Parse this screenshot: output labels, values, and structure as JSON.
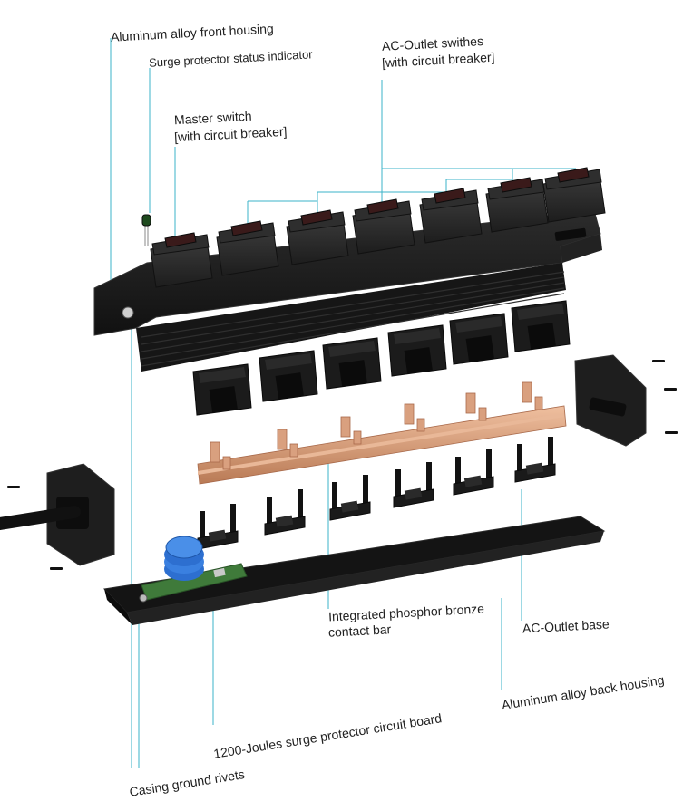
{
  "labels": {
    "front_housing": "Aluminum alloy front housing",
    "status_indicator": "Surge protector status indicator",
    "outlet_switches_l1": "AC-Outlet swithes",
    "outlet_switches_l2": "[with circuit breaker]",
    "master_switch_l1": "Master switch",
    "master_switch_l2": "[with circuit breaker]",
    "contact_bar_l1": "Integrated phosphor bronze",
    "contact_bar_l2": "contact bar",
    "outlet_base": "AC-Outlet base",
    "back_housing": "Aluminum alloy back housing",
    "circuit_board": "1200-Joules surge protector circuit board",
    "ground_rivets": "Casing ground rivets"
  },
  "colors": {
    "leader_line": "#3bb3c9",
    "housing": "#1c1c1c",
    "housing_edge": "#3a3a3a",
    "switch_body": "#262626",
    "rocker": "#3a1a1a",
    "bronze": "#d9a07f",
    "pcb": "#3f7a3a",
    "capacitor": "#2d6fd0"
  }
}
